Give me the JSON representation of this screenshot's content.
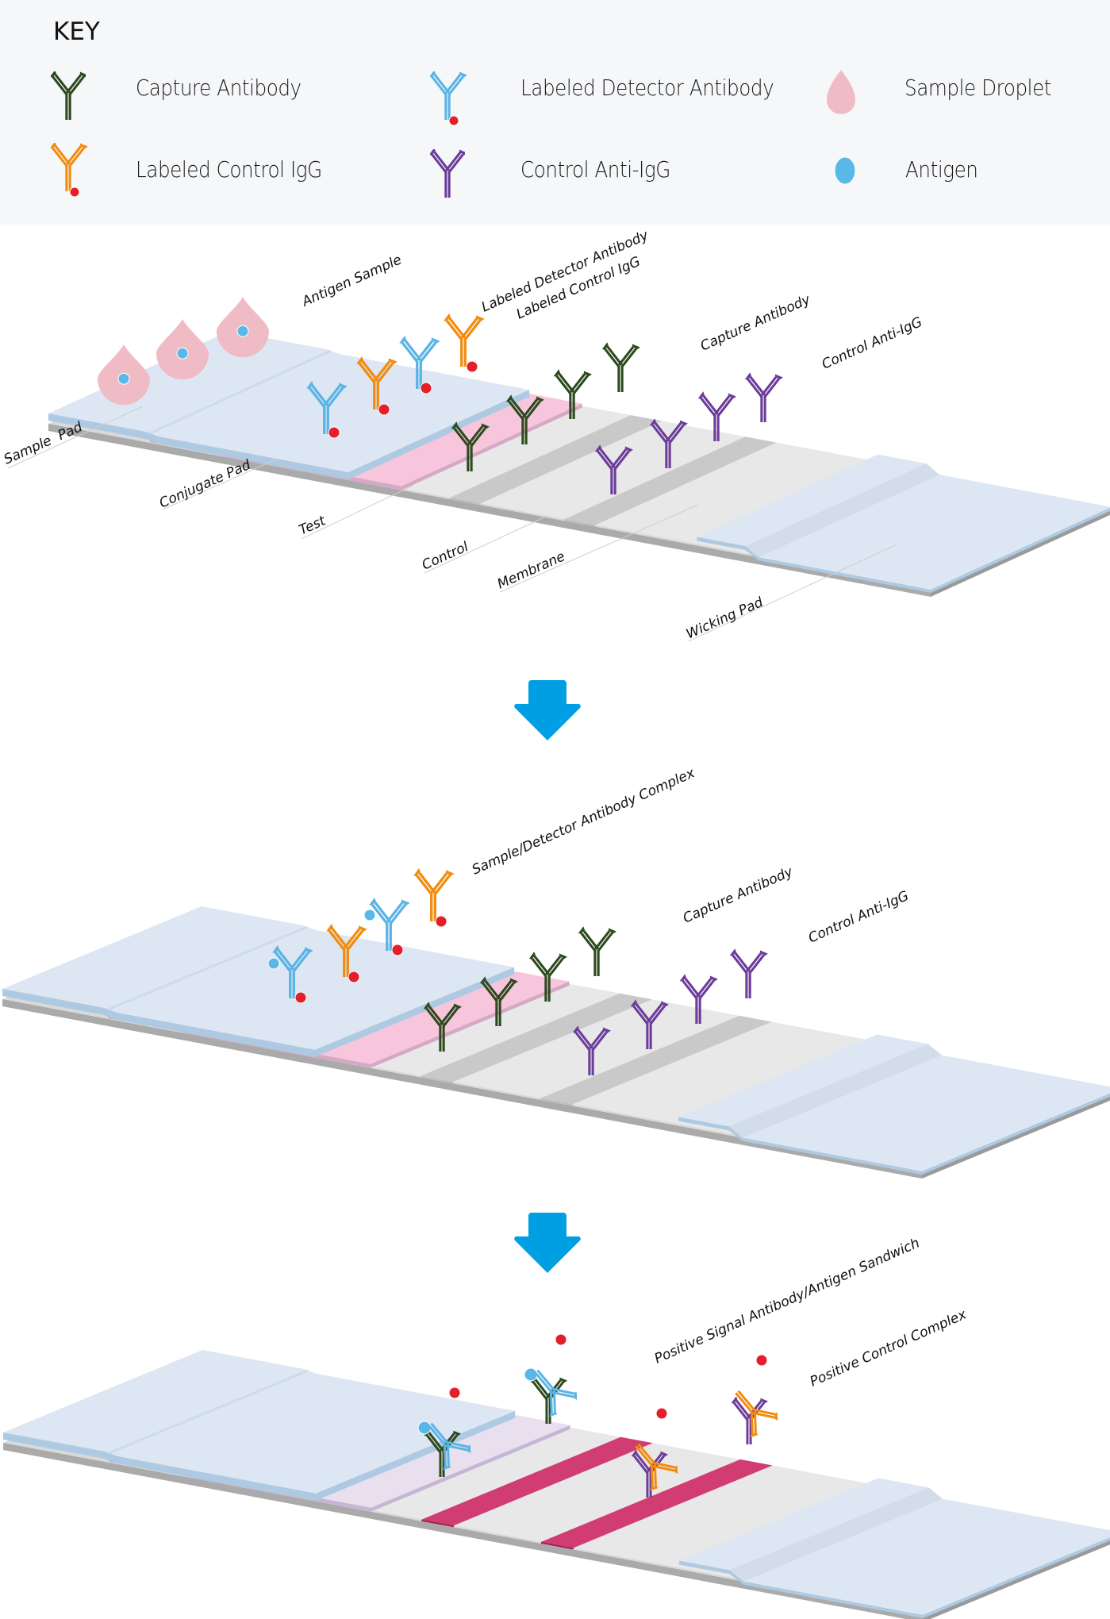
{
  "key": {
    "title": "KEY",
    "items": [
      {
        "label": "Capture Antibody",
        "icon": "capture-antibody-icon"
      },
      {
        "label": "Labeled Detector Antibody",
        "icon": "labeled-detector-antibody-icon"
      },
      {
        "label": "Sample Droplet",
        "icon": "sample-droplet-icon"
      },
      {
        "label": "Labeled Control IgG",
        "icon": "labeled-control-igg-icon"
      },
      {
        "label": "Control Anti-IgG",
        "icon": "control-anti-igg-icon"
      },
      {
        "label": "Antigen",
        "icon": "antigen-icon"
      }
    ]
  },
  "colors": {
    "capture": "#2d4a1e",
    "detector": "#5ab4e5",
    "control_igg": "#f28c0f",
    "anti_igg": "#6b3c9a",
    "label_dot": "#e3202a",
    "antigen": "#59b8e8",
    "droplet": "#efbcc6",
    "arrow": "#009fe3",
    "positive_line": "#d13c72"
  },
  "stage1": {
    "labels": {
      "antigen_sample": "Antigen Sample",
      "labeled_detector": "Labeled Detector Antibody",
      "labeled_control": "Labeled Control IgG",
      "capture_antibody": "Capture Antibody",
      "control_anti_igg": "Control Anti-IgG",
      "sample_pad": "Sample  Pad",
      "conjugate_pad": "Conjugate Pad",
      "test": "Test",
      "control": "Control",
      "membrane": "Membrane",
      "wicking_pad": "Wicking Pad"
    }
  },
  "stage2": {
    "labels": {
      "complex": "Sample/Detector Antibody Complex",
      "capture_antibody": "Capture Antibody",
      "control_anti_igg": "Control Anti-IgG"
    }
  },
  "stage3": {
    "labels": {
      "sandwich": "Positive Signal Antibody/Antigen Sandwich",
      "control_complex": "Positive Control Complex"
    }
  }
}
